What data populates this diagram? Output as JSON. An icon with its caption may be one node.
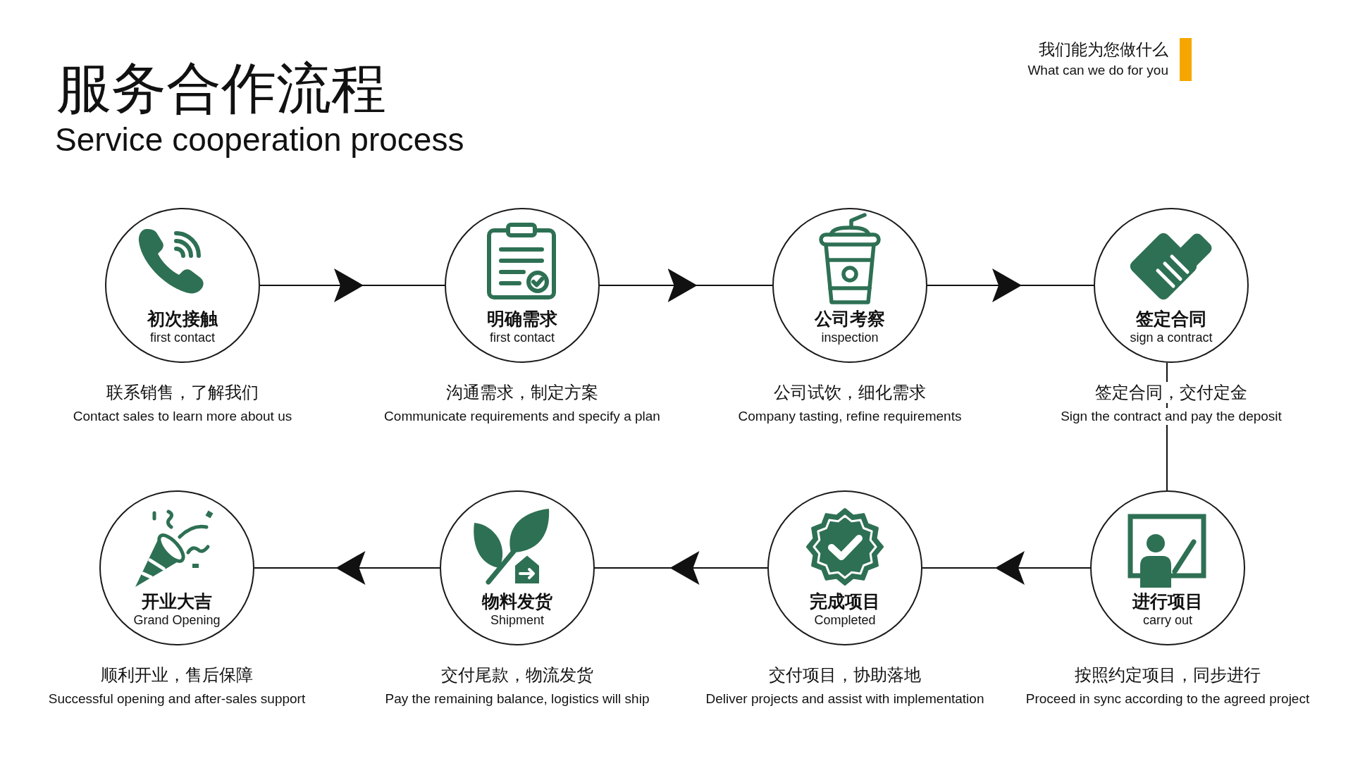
{
  "diagram": {
    "title": "服务合作流程",
    "nodes": [
      {
        "text": [
          "初次接触",
          "first contact"
        ],
        "beside": [
          "联系销售，了解我们",
          "Contact sales to learn more about us"
        ]
      },
      {
        "text": [
          "明确需求",
          "first contact"
        ],
        "beside": [
          "沟通需求，制定方案",
          "Communicate requirements and specify a plan"
        ]
      },
      {
        "text": [
          "公司考察",
          "inspection"
        ],
        "beside": [
          "公司试饮，细化需求",
          "Company tasting, refine requirements"
        ]
      },
      {
        "text": [
          "签定合同",
          "sign a contract"
        ],
        "beside": [
          "签定合同，交付定金",
          "Sign the contract and pay the deposit"
        ]
      },
      {
        "text": [
          "进行项目",
          "carry out"
        ],
        "beside": [
          "按照约定项目，同步进行",
          "Proceed in sync according to the agreed project"
        ]
      },
      {
        "text": [
          "完成项目",
          "Completed"
        ],
        "beside": [
          "交付项目，协助落地",
          "Deliver projects and assist with implementation"
        ]
      },
      {
        "text": [
          "物料发货",
          "Shipment"
        ],
        "beside": [
          "交付尾款，物流发货",
          "Pay the remaining balance, logistics will ship"
        ]
      },
      {
        "text": [
          "开业大吉",
          "Grand Opening"
        ],
        "beside": [
          "顺利开业，售后保障",
          "Successful opening and after-sales support"
        ]
      }
    ],
    "edges": [
      {
        "from": 0,
        "to": 1,
        "arrow": "to"
      },
      {
        "from": 1,
        "to": 2,
        "arrow": "to"
      },
      {
        "from": 2,
        "to": 3,
        "arrow": "to"
      },
      {
        "from": 3,
        "to": 4,
        "arrow": "none"
      },
      {
        "from": 4,
        "to": 5,
        "arrow": "to"
      },
      {
        "from": 5,
        "to": 6,
        "arrow": "to"
      },
      {
        "from": 6,
        "to": 7,
        "arrow": "to"
      }
    ],
    "labels": [
      "Service cooperation process",
      "我们能为您做什么",
      "What can we do for you"
    ]
  }
}
